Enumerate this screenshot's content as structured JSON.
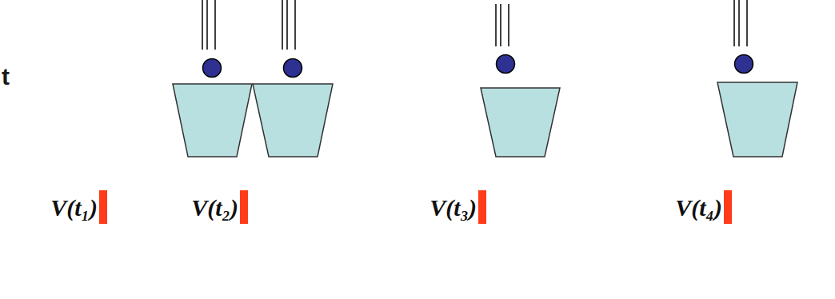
{
  "diagram": {
    "labels": [
      "t",
      "V(t₁)",
      "V(t₂)",
      "V(t₃)",
      "V(t₄)"
    ]
  }
}
